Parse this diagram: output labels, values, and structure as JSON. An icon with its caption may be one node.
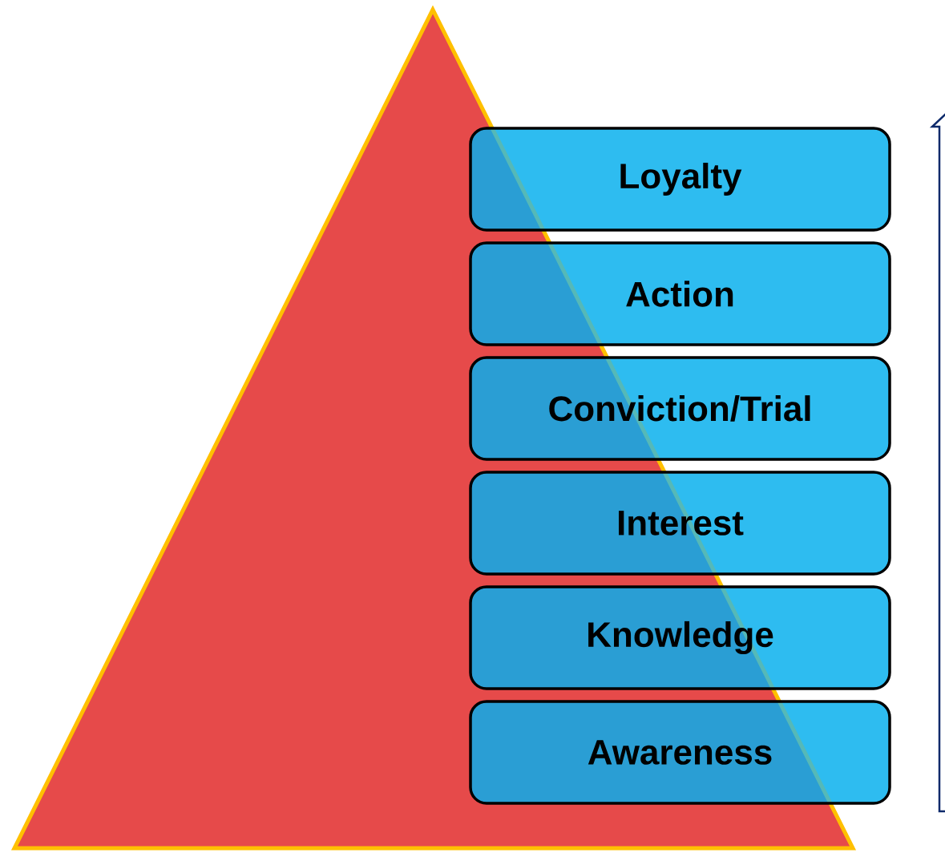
{
  "diagram": {
    "nodes": [
      {
        "text": [
          "Loyalty"
        ]
      },
      {
        "text": [
          "Action"
        ]
      },
      {
        "text": [
          "Conviction/Trial"
        ]
      },
      {
        "text": [
          "Interest"
        ]
      },
      {
        "text": [
          "Knowledge"
        ]
      },
      {
        "text": [
          "Awareness"
        ]
      }
    ],
    "edges": []
  }
}
